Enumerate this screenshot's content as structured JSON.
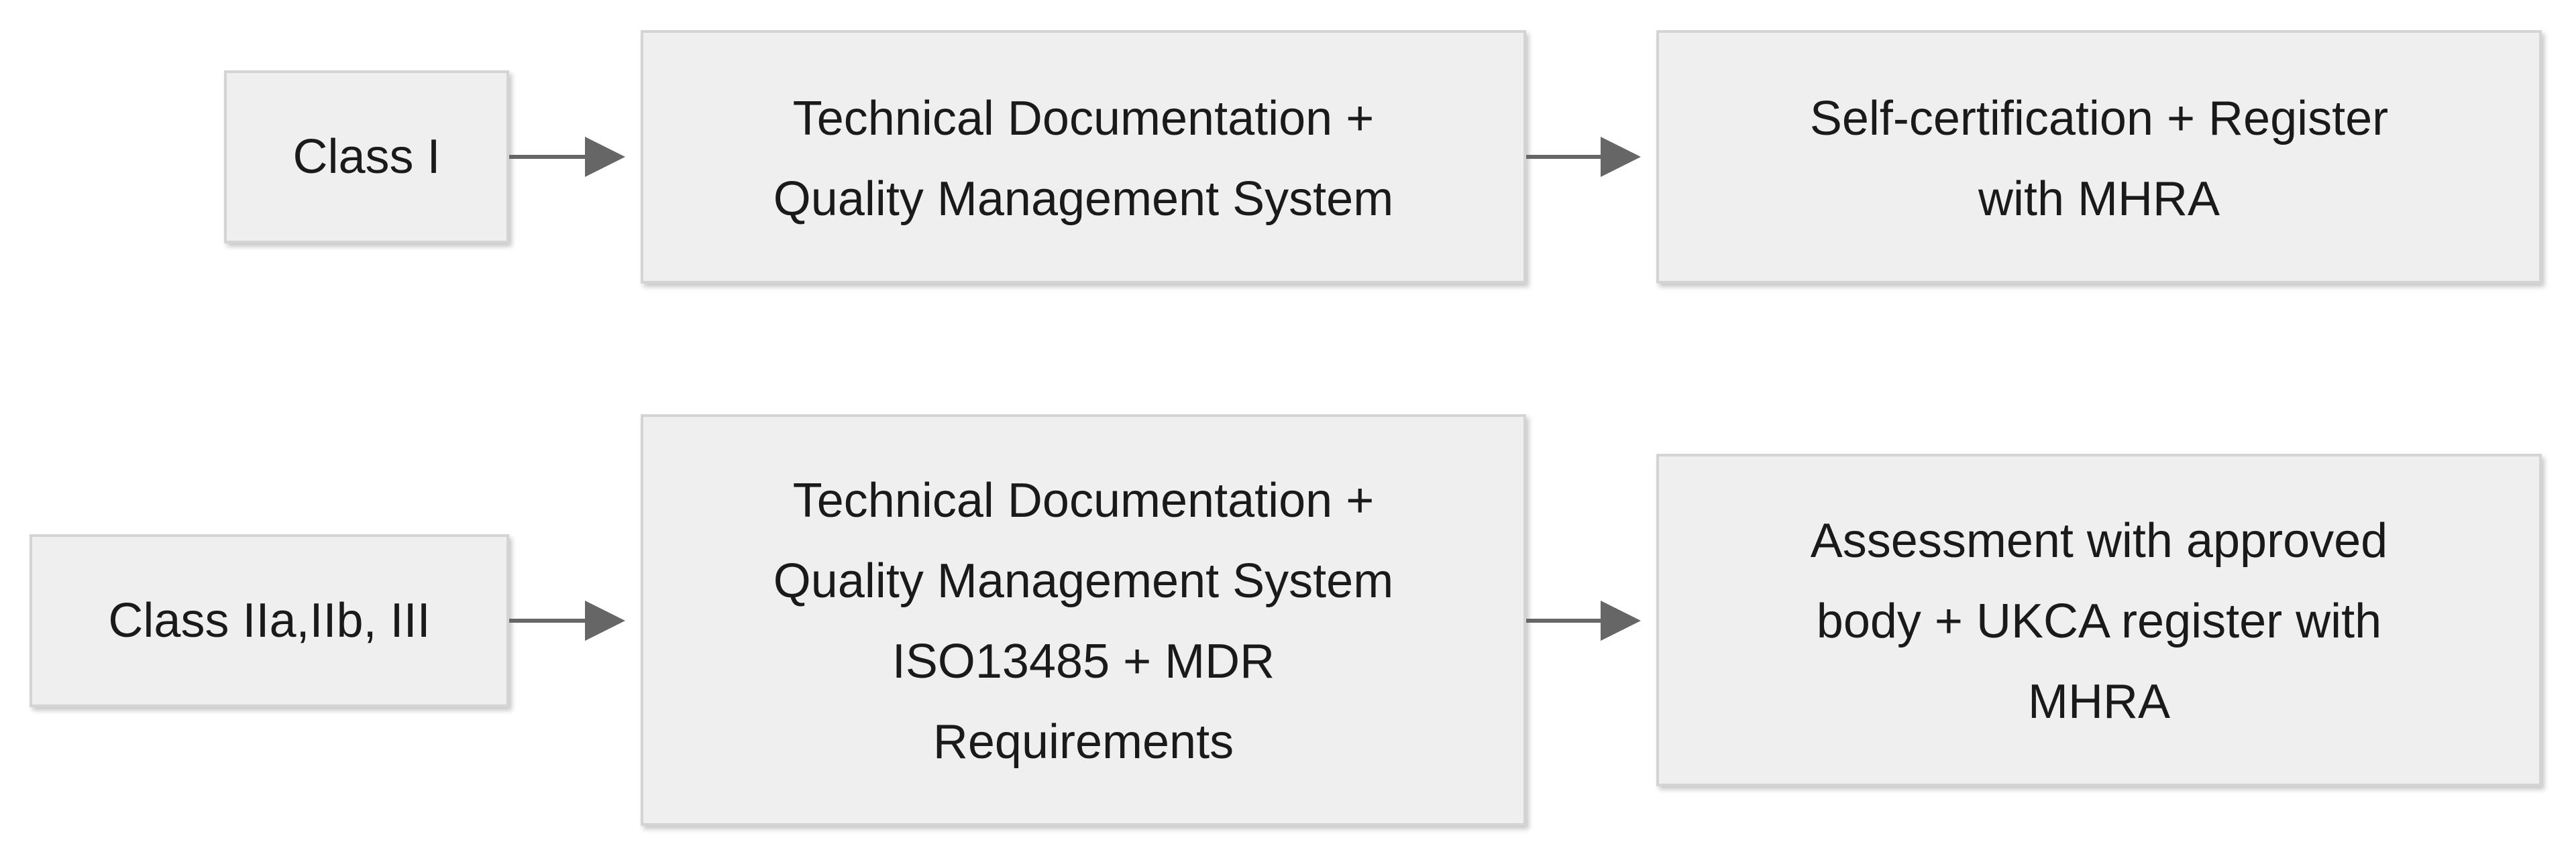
{
  "diagram": {
    "row1": {
      "class_label": "Class I",
      "documentation": [
        "Technical Documentation +",
        "Quality Management System"
      ],
      "outcome": [
        "Self-certification + Register",
        "with MHRA"
      ]
    },
    "row2": {
      "class_label": "Class IIa,IIb, III",
      "documentation": [
        "Technical Documentation +",
        "Quality Management System",
        "ISO13485 + MDR",
        "Requirements"
      ],
      "outcome": [
        "Assessment with approved",
        "body + UKCA register with",
        "MHRA"
      ]
    }
  },
  "colors": {
    "box_fill": "#efefef",
    "box_border": "#d4d4d4",
    "arrow": "#666666",
    "text": "#1a1a1a"
  }
}
